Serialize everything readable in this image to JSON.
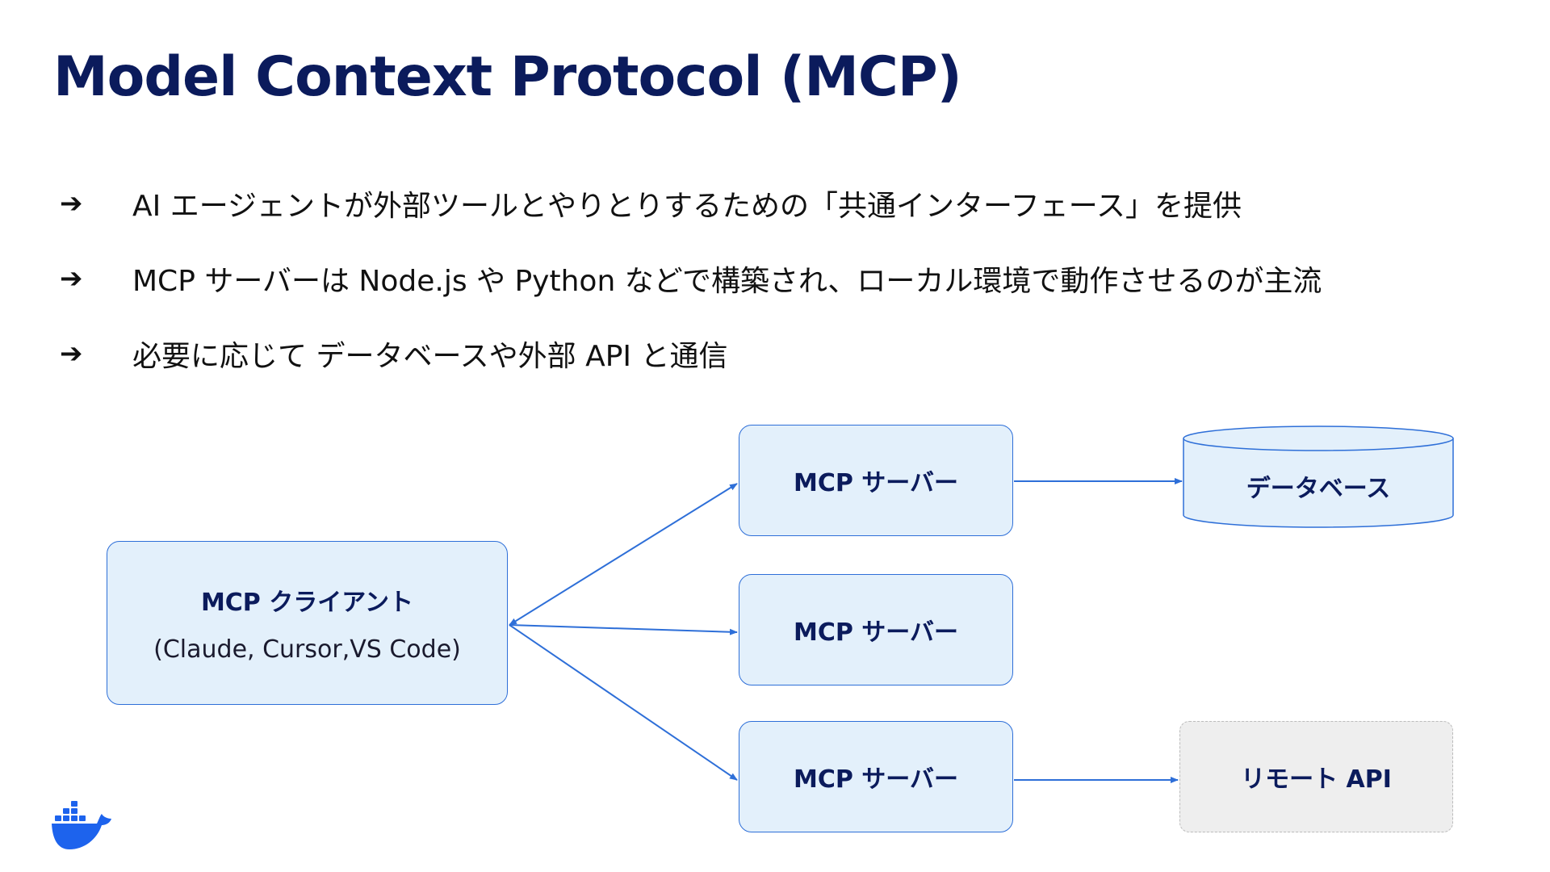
{
  "title": "Model Context Protocol (MCP)",
  "bullets": [
    {
      "icon": "right-arrow-icon",
      "text": "AI エージェントが外部ツールとやりとりするための「共通インターフェース」を提供"
    },
    {
      "icon": "right-arrow-icon",
      "text": "MCP サーバーは Node.js や Python などで構築され、ローカル環境で動作させるのが主流"
    },
    {
      "icon": "right-arrow-icon",
      "text": "必要に応じて データベースや外部 API と通信"
    }
  ],
  "diagram": {
    "client": {
      "label": "MCP クライアント",
      "sub": "(Claude, Cursor,VS Code)"
    },
    "servers": [
      {
        "label": "MCP サーバー"
      },
      {
        "label": "MCP サーバー"
      },
      {
        "label": "MCP サーバー"
      }
    ],
    "database": {
      "label": "データベース"
    },
    "remote_api": {
      "label": "リモート API"
    },
    "colors": {
      "box_fill": "#e3f0fb",
      "box_border": "#2e6fd8",
      "arrow": "#2e6fd8",
      "title": "#0b1b5c",
      "remote_fill": "#eeeeee"
    }
  },
  "logo": {
    "icon": "docker-whale-icon"
  }
}
